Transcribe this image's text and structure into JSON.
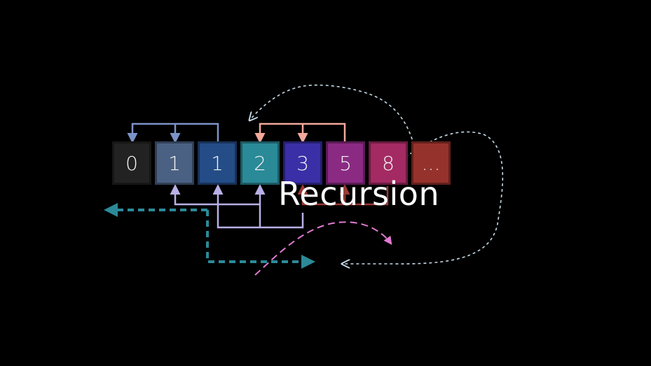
{
  "title": "Recursion",
  "sequence": [
    {
      "label": "0",
      "color": "#222222"
    },
    {
      "label": "1",
      "color": "#4b6184"
    },
    {
      "label": "1",
      "color": "#244c86"
    },
    {
      "label": "2",
      "color": "#2b8a98"
    },
    {
      "label": "3",
      "color": "#3a2fa6"
    },
    {
      "label": "5",
      "color": "#8b2a83"
    },
    {
      "label": "8",
      "color": "#a42a63"
    },
    {
      "label": "...",
      "color": "#96322c"
    }
  ],
  "colors": {
    "top_bracket_left": "#7c93c7",
    "top_bracket_right": "#f2a99b",
    "bottom_bracket": "#b9b0e6",
    "teal_dashed": "#2c8a98",
    "pink_dashed": "#e07ad2",
    "light_dotted": "#c5d9e6",
    "red_arrow": "#9a3a36"
  }
}
